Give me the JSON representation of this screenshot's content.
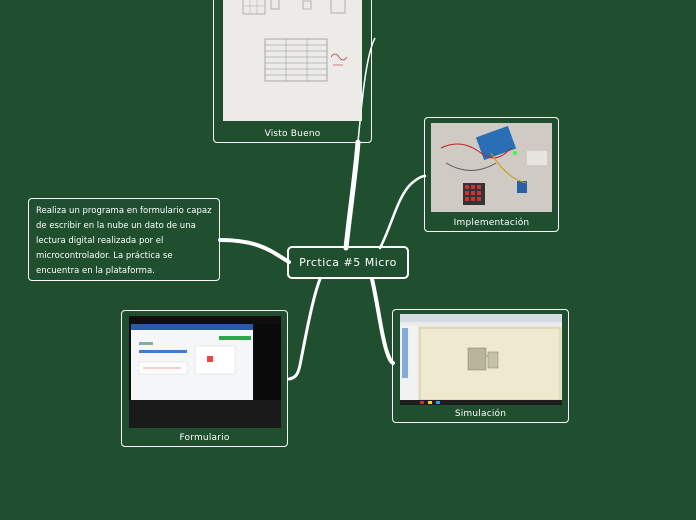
{
  "central_topic": "Prctica #5 Micro",
  "description": "Realiza un programa en formulario capaz de escribir en la nube un dato de una lectura digital realizada por el microcontrolador. La práctica se encuentra en la plataforma.",
  "nodes": {
    "visto_bueno": {
      "caption": "Visto Bueno"
    },
    "implementacion": {
      "caption": "Implementación"
    },
    "simulacion": {
      "caption": "Simulación"
    },
    "formulario": {
      "caption": "Formulario"
    }
  },
  "colors": {
    "background": "#1f4f2e",
    "border": "#ffffff"
  }
}
